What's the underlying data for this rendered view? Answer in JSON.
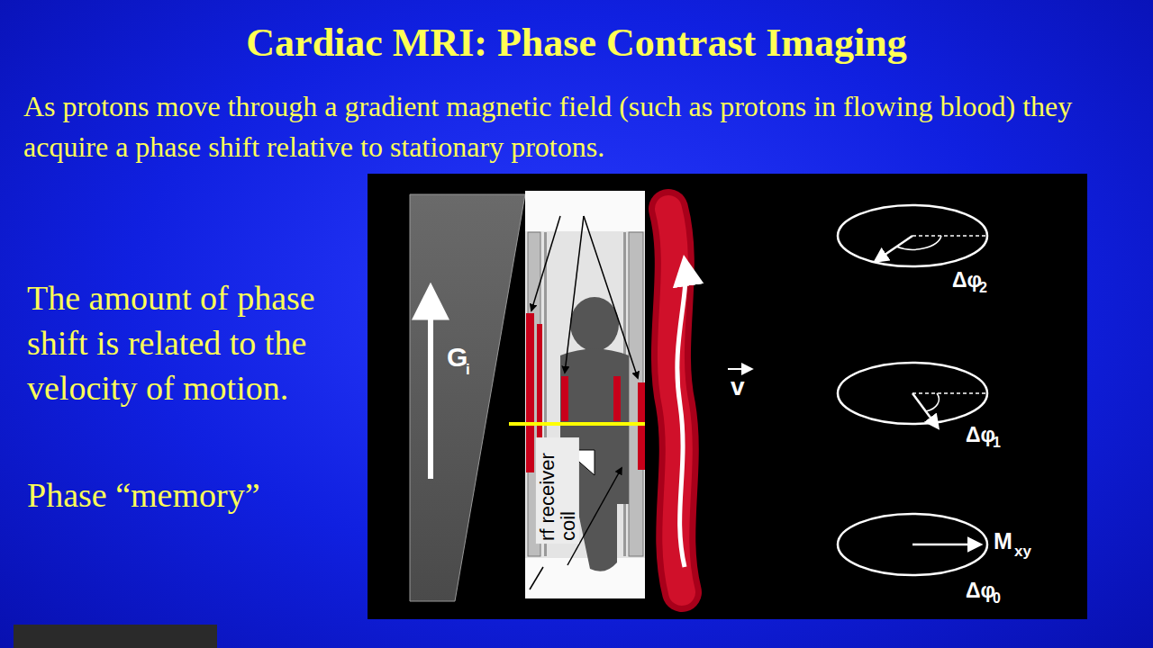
{
  "diagram": {
    "title": "Cardiac MRI: Phase Contrast Imaging",
    "labels": [
      "As protons move through a gradient magnetic field (such as protons in flowing blood) they acquire a phase shift relative to stationary protons.",
      "The amount of phase shift is related to the velocity of motion.",
      "Phase “memory”",
      "G",
      "i",
      "rf receiver coil",
      "v",
      "Δφ",
      "2",
      "Δφ",
      "1",
      "M",
      "xy",
      "Δφ",
      "0"
    ]
  }
}
